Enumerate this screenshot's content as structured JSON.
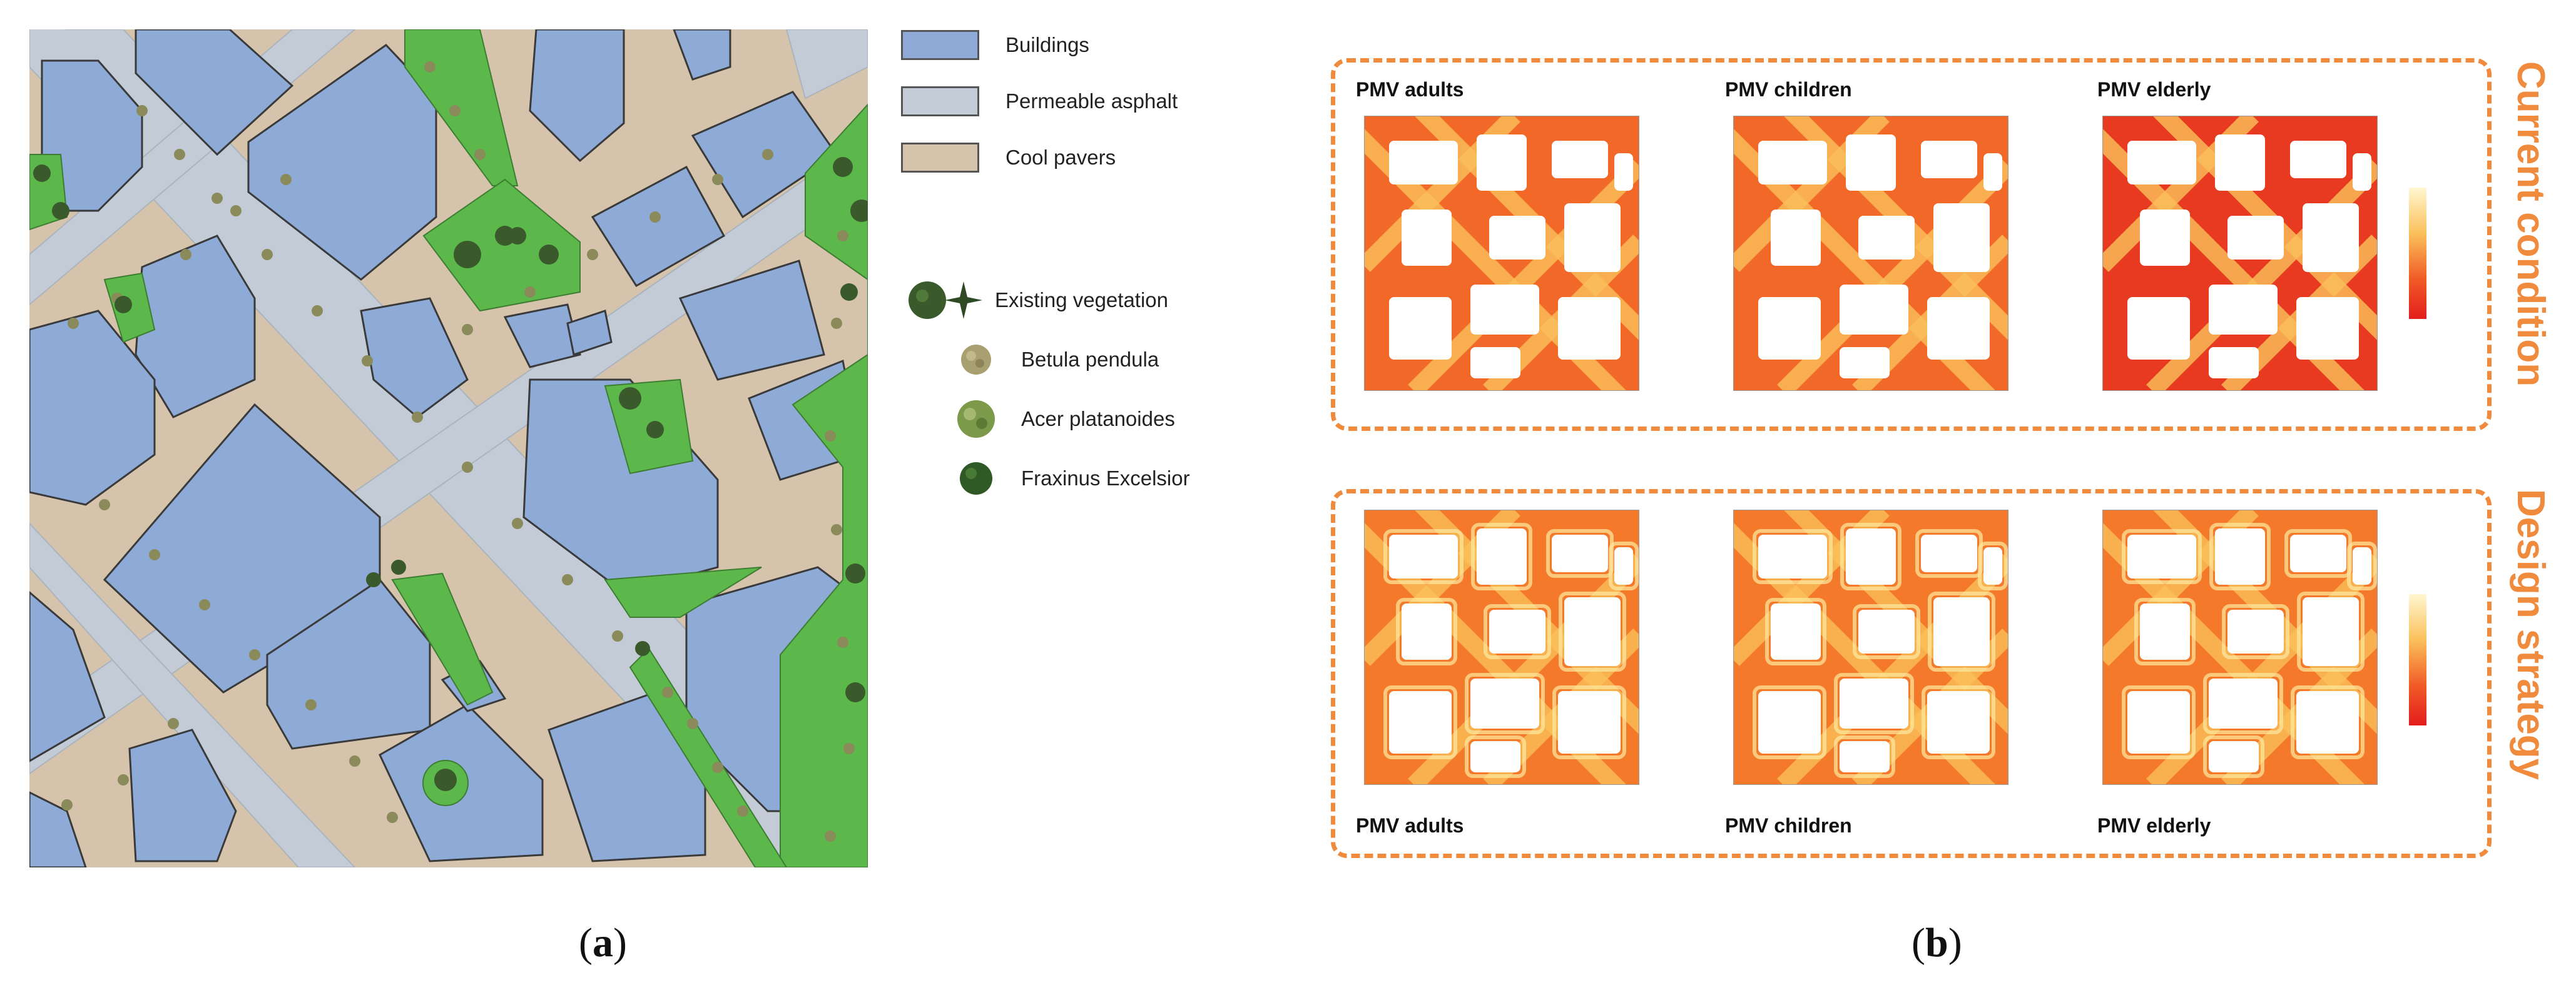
{
  "panel_a": {
    "label_open": "(",
    "label_letter": "a",
    "label_close": ")",
    "legend": [
      {
        "label": "Buildings",
        "color": "#8eaad6"
      },
      {
        "label": "Permeable asphalt",
        "color": "#c3ccd6"
      },
      {
        "label": "Cool pavers",
        "color": "#d6c3ab"
      }
    ],
    "vegetation": [
      {
        "label": "Existing vegetation",
        "icon": "existing-vegetation-icon"
      },
      {
        "label": "Betula pendula",
        "icon": "betula-pendula-icon"
      },
      {
        "label": "Acer platanoides",
        "icon": "acer-platanoides-icon"
      },
      {
        "label": "Fraxinus Excelsior",
        "icon": "fraxinus-excelsior-icon"
      }
    ],
    "colors": {
      "grass": "#5cb84a",
      "tree_dark": "#3a5a2c",
      "tree_light": "#8a8a5a"
    }
  },
  "panel_b": {
    "label_open": "(",
    "label_letter": "b",
    "label_close": ")",
    "accent": "#f08a3c",
    "rows": [
      {
        "title": "Current condition",
        "plots": [
          {
            "title": "PMV adults"
          },
          {
            "title": "PMV children"
          },
          {
            "title": "PMV elderly"
          }
        ]
      },
      {
        "title": "Design strategy",
        "plots": [
          {
            "title": "PMV adults"
          },
          {
            "title": "PMV children"
          },
          {
            "title": "PMV elderly"
          }
        ]
      }
    ],
    "heat_colors": [
      "#e31d1d",
      "#f05a26",
      "#f7942f",
      "#fbc05a",
      "#fde9a0",
      "#ffffff"
    ]
  }
}
